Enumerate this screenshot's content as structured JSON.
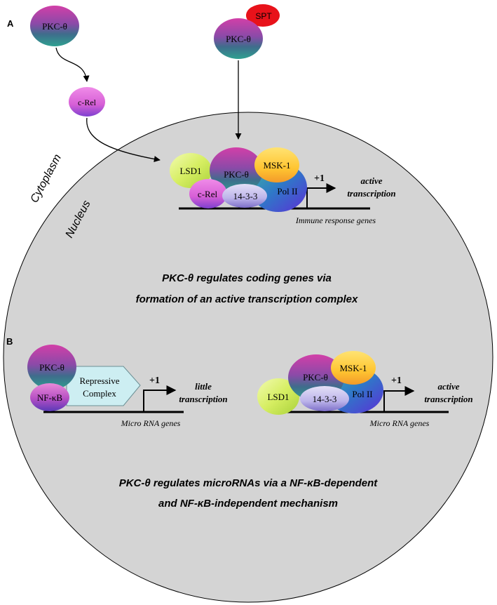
{
  "panel_labels": {
    "a": "A",
    "b": "B"
  },
  "regions": {
    "cytoplasm": "Cytoplasm",
    "nucleus": "Nucleus"
  },
  "proteins": {
    "pkc": "PKC-θ",
    "spt": "SPT",
    "crel": "c-Rel",
    "lsd1": "LSD1",
    "msk1": "MSK-1",
    "polii": "Pol II",
    "fourteen33": "14-3-3",
    "nfkb": "NF-κB",
    "repressive_1": "Repressive",
    "repressive_2": "Complex"
  },
  "transcription": {
    "plus_one": "+1",
    "active_1": "active",
    "active_2": "transcription",
    "little_1": "little",
    "little_2": "transcription"
  },
  "genes": {
    "immune": "Immune response genes",
    "micro": "Micro RNA genes"
  },
  "captions": {
    "a_line1": "PKC-θ regulates coding genes via",
    "a_line2": "formation of an active transcription complex",
    "b_line1": "PKC-θ regulates microRNAs via a NF-κB-dependent",
    "b_line2": "and NF-κB-independent mechanism"
  },
  "colors": {
    "nucleus_fill": "#d4d4d4",
    "spt": "#e8121a",
    "lsd1": "#d8ef6a",
    "msk1": "#ffd23f",
    "polii": "#2f6fd6",
    "crel": "#d95fd6",
    "fourteen33": "#c9c3ef",
    "repressive": "#cdeef2"
  }
}
